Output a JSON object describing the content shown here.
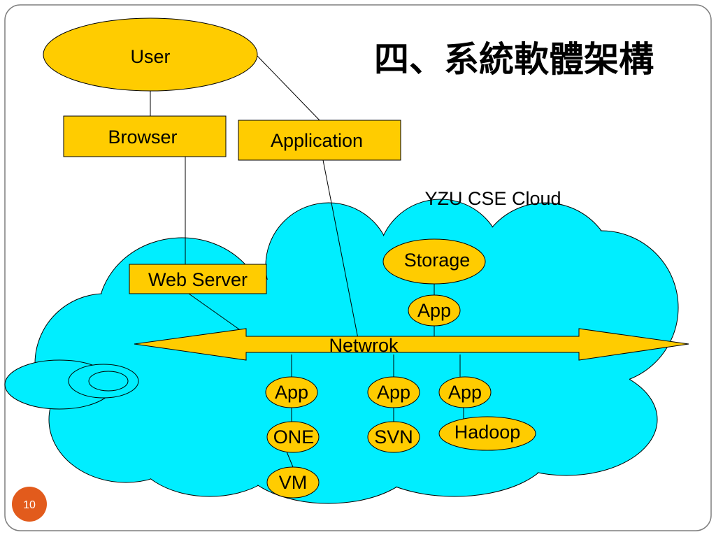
{
  "slide": {
    "title": "四、系統軟體架構",
    "page_number": "10"
  },
  "diagram": {
    "cloud_label": "YZU CSE Cloud",
    "network_label": "Netwrok",
    "nodes": {
      "user": "User",
      "browser": "Browser",
      "application": "Application",
      "web_server": "Web Server",
      "storage": "Storage",
      "app_storage": "App",
      "app_one": "App",
      "app_svn": "App",
      "app_hadoop": "App",
      "one": "ONE",
      "svn": "SVN",
      "hadoop": "Hadoop",
      "vm": "VM"
    }
  },
  "colors": {
    "node_fill": "#FFCC00",
    "cloud_fill": "#00EEFF",
    "page_badge": "#E25B1C",
    "frame": "#7F7F7F"
  }
}
